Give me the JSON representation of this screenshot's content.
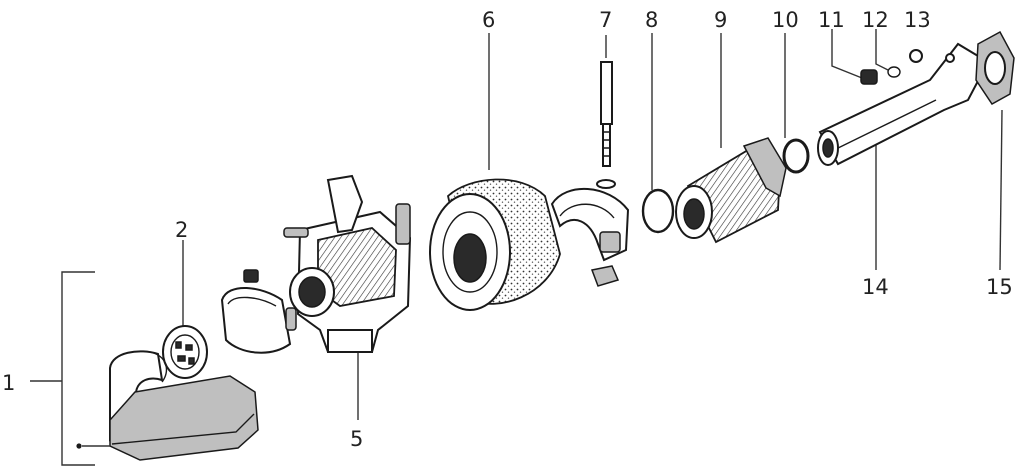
{
  "callouts": {
    "c1": "1",
    "c2": "2",
    "c5": "5",
    "c6": "6",
    "c7": "7",
    "c8": "8",
    "c9": "9",
    "c10": "10",
    "c11": "11",
    "c12": "12",
    "c13": "13",
    "c14": "14",
    "c15": "15"
  },
  "colors": {
    "ink": "#1a1a1a",
    "background": "#ffffff"
  }
}
